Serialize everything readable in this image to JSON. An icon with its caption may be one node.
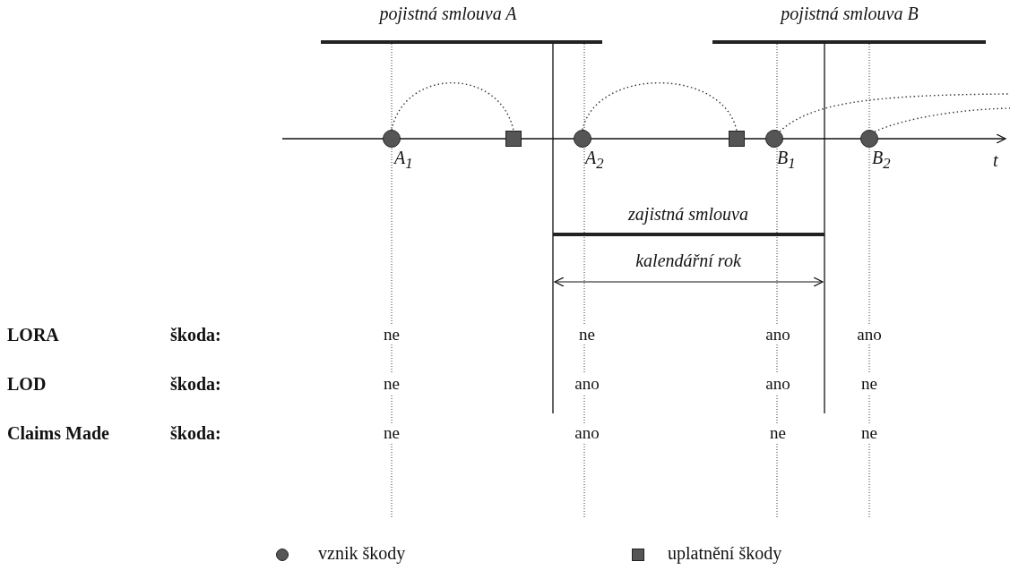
{
  "diagram": {
    "nodes": [
      {
        "text": [],
        "shape": "circle",
        "beside": [
          "A$_{1}$"
        ]
      },
      {
        "text": [],
        "shape": "box"
      },
      {
        "text": [],
        "shape": "circle",
        "beside": [
          "A$_{2}$"
        ]
      },
      {
        "text": [],
        "shape": "box"
      },
      {
        "text": [],
        "shape": "circle",
        "beside": [
          "B$_{1}$"
        ]
      },
      {
        "text": [],
        "shape": "circle",
        "beside": [
          "B$_{2}$"
        ]
      }
    ],
    "edges": [
      {
        "from": 0,
        "to": 1,
        "arrow": "none",
        "style": "dashed"
      },
      {
        "from": 2,
        "to": 3,
        "arrow": "none",
        "style": "dashed"
      },
      {
        "from": 4,
        "to": null,
        "arrow": "none",
        "style": "dashed"
      },
      {
        "from": 5,
        "to": null,
        "arrow": "none",
        "style": "dashed"
      }
    ],
    "labels": [
      "pojistná  smlouva A",
      "pojistná smlouva B",
      "t",
      "zajistná smlouva",
      "kalendářní rok",
      "LORA",
      "škoda:",
      "ne",
      "ne",
      "ano",
      "ano",
      "LOD",
      "škoda:",
      "ne",
      "ano",
      "ano",
      "ne",
      "Claims Made",
      "škoda:",
      "ne",
      "ano",
      "ne",
      "ne"
    ],
    "legend": [
      {
        "text": "vznik škody",
        "color": "#555555"
      },
      {
        "text": "uplatnění škody",
        "color": "#555555"
      }
    ]
  }
}
